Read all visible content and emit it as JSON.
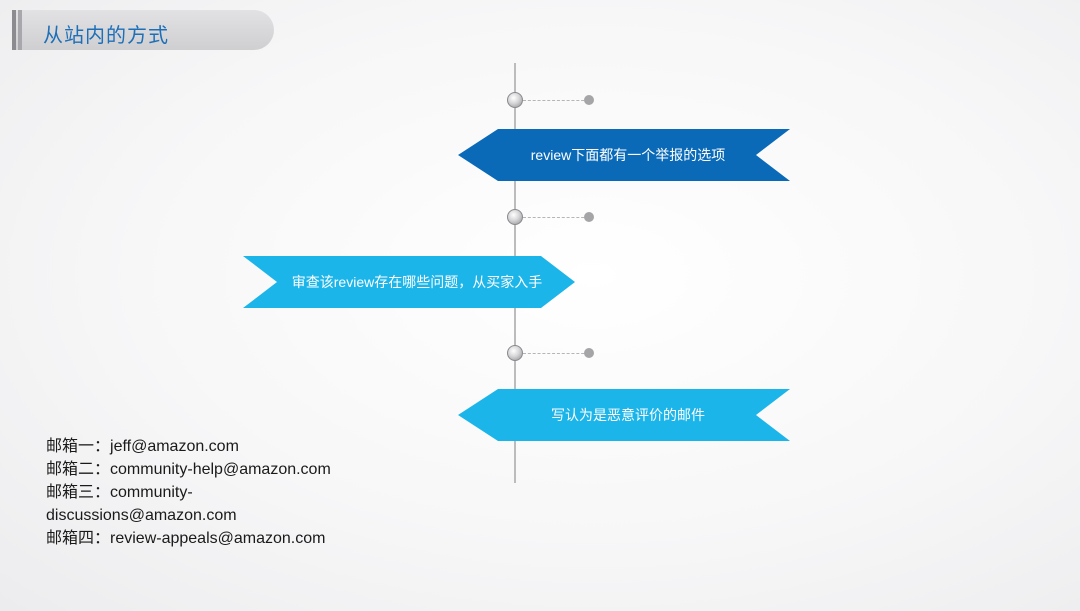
{
  "title": "从站内的方式",
  "steps": [
    {
      "label": "review下面都有一个举报的选项",
      "color": "#0b6ab8"
    },
    {
      "label": "审查该review存在哪些问题，从买家入手",
      "color": "#1cb5ea"
    },
    {
      "label": "写认为是恶意评价的邮件",
      "color": "#1cb5ea"
    }
  ],
  "emails": [
    {
      "label": "邮箱一：",
      "value": "jeff@amazon.com"
    },
    {
      "label": "邮箱二：",
      "value": "community-help@amazon.com"
    },
    {
      "label": "邮箱三：",
      "value": "community-",
      "continuation": "discussions@amazon.com"
    },
    {
      "label": "邮箱四：",
      "value": "review-appeals@amazon.com"
    }
  ]
}
